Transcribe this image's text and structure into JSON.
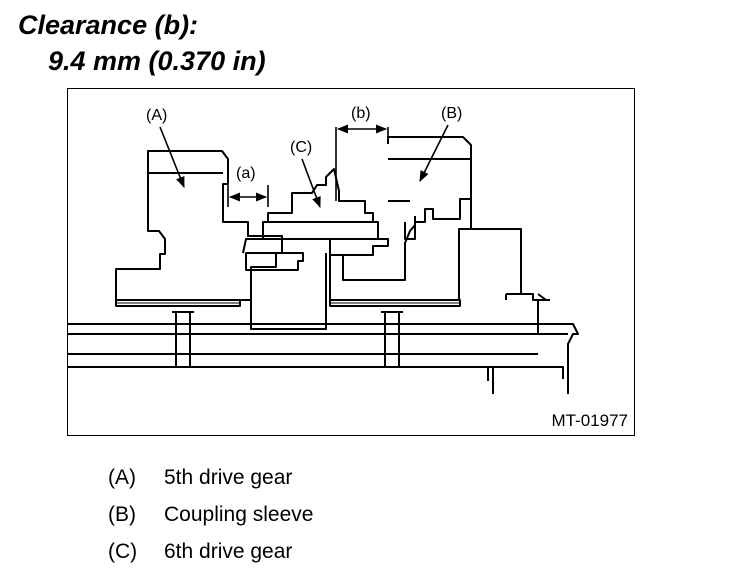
{
  "heading": {
    "line1": "Clearance (b):",
    "line2": "9.4 mm (0.370 in)"
  },
  "figure": {
    "id": "MT-01977",
    "labels": {
      "a": "(a)",
      "b": "(b)",
      "A": "(A)",
      "B": "(B)",
      "C": "(C)"
    }
  },
  "legend": [
    {
      "key": "(A)",
      "text": "5th drive gear"
    },
    {
      "key": "(B)",
      "text": "Coupling sleeve"
    },
    {
      "key": "(C)",
      "text": "6th drive gear"
    }
  ]
}
